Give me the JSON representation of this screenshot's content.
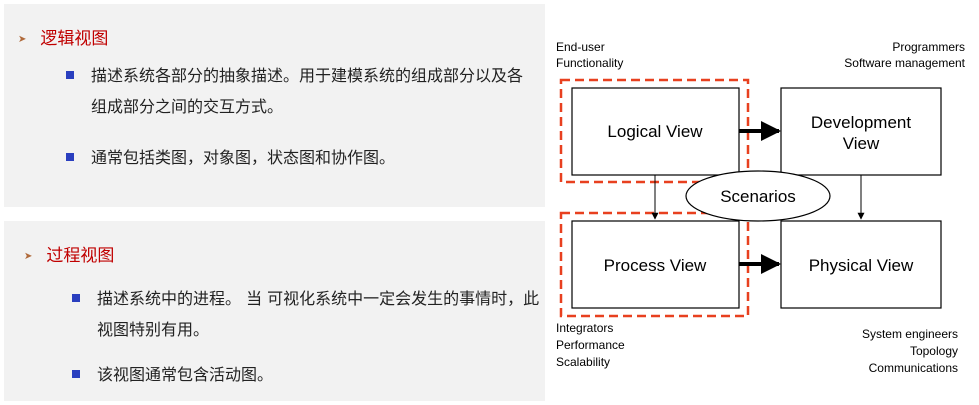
{
  "logical": {
    "heading": "逻辑视图",
    "bullets": [
      "描述系统各部分的抽象描述。用于建模系统的组成部分以及各组成部分之间的交互方式。",
      "通常包括类图，对象图，状态图和协作图。"
    ]
  },
  "process": {
    "heading": "过程视图",
    "bullets": [
      "描述系统中的进程。 当 可视化系统中一定会发生的事情时，此视图特别有用。",
      "该视图通常包含活动图。"
    ]
  },
  "diagram": {
    "labels": {
      "top_left": [
        "End-user",
        "Functionality"
      ],
      "top_right": [
        "Programmers",
        "Software management"
      ],
      "bottom_left": [
        "Integrators",
        "Performance",
        "Scalability"
      ],
      "bottom_right": [
        "System engineers",
        "Topology",
        "Communications"
      ]
    },
    "views": {
      "logical": "Logical View",
      "development": [
        "Development",
        "View"
      ],
      "process": "Process View",
      "physical": "Physical View",
      "scenarios": "Scenarios"
    },
    "colors": {
      "highlight_dash": "#e8401f",
      "box_stroke": "#000000"
    }
  }
}
